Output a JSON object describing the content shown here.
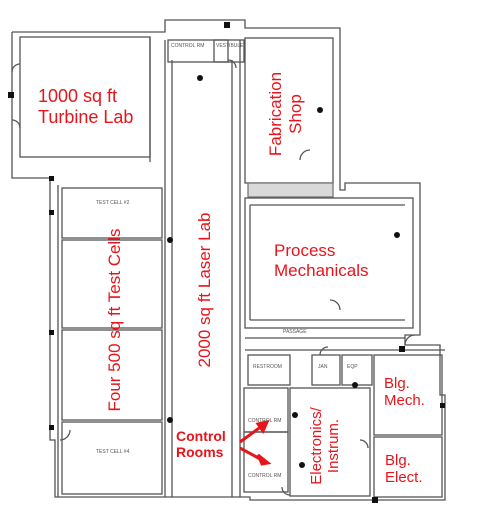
{
  "labels": {
    "turbine_line1": "1000 sq ft",
    "turbine_line2": "Turbine Lab",
    "fabrication_line1": "Fabrication",
    "fabrication_line2": "Shop",
    "process_line1": "Process",
    "process_line2": "Mechanicals",
    "laser": "2000 sq ft Laser Lab",
    "test_cells": "Four 500 sq ft Test Cells",
    "control_line1": "Control",
    "control_line2": "Rooms",
    "electronics_line1": "Electronics/",
    "electronics_line2": "Instrum.",
    "bldg_mech_line1": "Blg.",
    "bldg_mech_line2": "Mech.",
    "bldg_elect_line1": "Blg.",
    "bldg_elect_line2": "Elect."
  },
  "room_tags": {
    "control_rm_top": "CONTROL RM",
    "vestibule": "VESTIBULE",
    "test_cell_top": "TEST CELL #2",
    "test_cell_bottom": "TEST CELL #4",
    "passage": "PASSAGE",
    "restroom": "RESTROOM",
    "jan": "JAN",
    "eqp": "EQP",
    "control_rm_lower": "CONTROL RM",
    "control_rm_lower2": "CONTROL RM"
  },
  "colors": {
    "annotation": "#e8141b",
    "walls": "#555555"
  }
}
